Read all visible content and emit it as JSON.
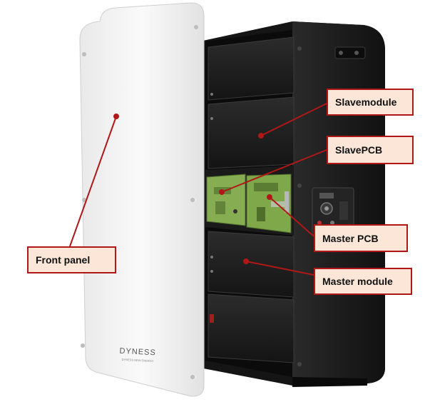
{
  "brand": {
    "logo_text": "DYNESS",
    "tagline": "DYNESS NEW ENERGY"
  },
  "labels": {
    "front_panel": "Front panel",
    "slave_module": "Slavemodule",
    "slave_pcb": "SlavePCB",
    "master_pcb": "Master PCB",
    "master_module": "Master module"
  },
  "colors": {
    "accent_red": "#b01818",
    "label_fill": "#fbe6d8",
    "pcb_green": "#7fa84a",
    "cabinet_black": "#1b1b1b",
    "panel_white": "#f4f4f4"
  }
}
